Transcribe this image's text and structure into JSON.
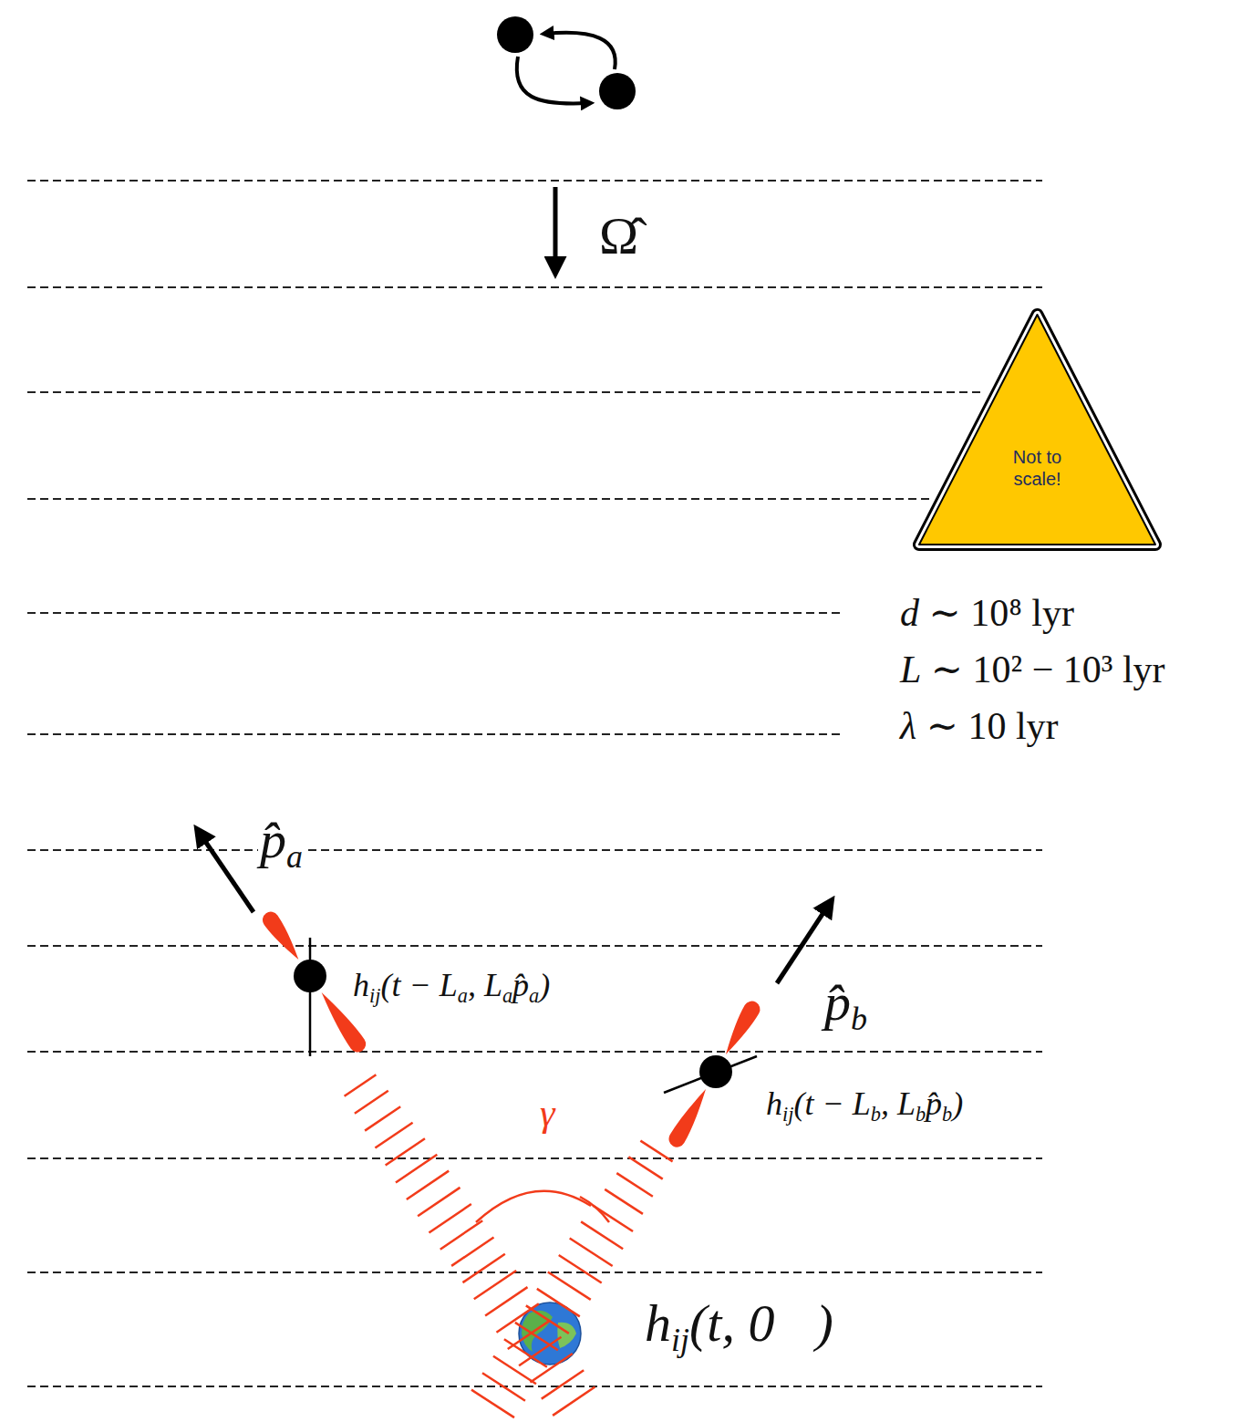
{
  "diagram": {
    "nodes": [
      {
        "text": [
          "Not to scale!"
        ]
      }
    ],
    "labels": [
      "Ω̂",
      "d ∼ 10⁸ lyr",
      "L ∼ 10² − 10³ lyr",
      "λ ∼ 10 lyr",
      "p̂a",
      "hij(t − La, Lap̂a)",
      "p̂b",
      "hij(t − Lb, Lbp̂b)",
      "γ",
      "hij(t, 0⃗)"
    ]
  }
}
